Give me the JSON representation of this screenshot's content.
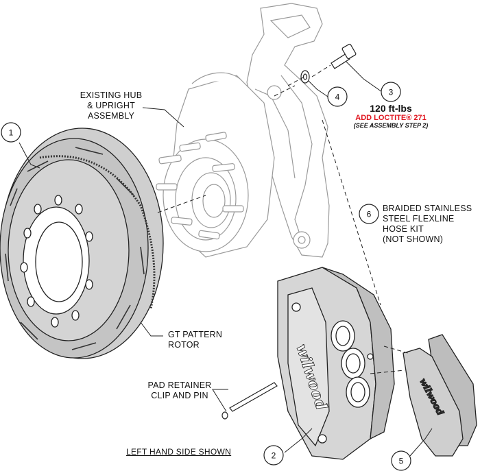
{
  "callouts": {
    "c1": "1",
    "c2": "2",
    "c3": "3",
    "c4": "4",
    "c5": "5",
    "c6": "6"
  },
  "labels": {
    "hub": [
      "EXISTING HUB",
      "& UPRIGHT",
      "ASSEMBLY"
    ],
    "rotor": [
      "GT PATTERN",
      "ROTOR"
    ],
    "flexline": [
      "BRAIDED STAINLESS",
      "STEEL FLEXLINE",
      "HOSE KIT",
      "(NOT SHOWN)"
    ],
    "pad_retainer": [
      "PAD RETAINER",
      "CLIP AND PIN"
    ]
  },
  "torque": {
    "value": "120 ft-lbs",
    "loctite": "ADD LOCTITE® 271",
    "note": "(SEE ASSEMBLY STEP 2)"
  },
  "footer": "LEFT HAND SIDE SHOWN",
  "brand": "wilwood",
  "colors": {
    "line": "#222222",
    "ghost_line": "#9a9a9a",
    "part_fill": "#d9d9d9",
    "rotor_fill": "#bdbdbd",
    "red": "#e0141e"
  }
}
